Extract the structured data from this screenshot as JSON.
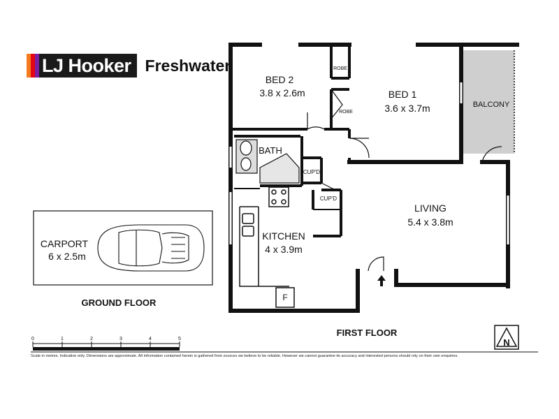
{
  "brand": {
    "logo_text": "LJ Hooker",
    "office": "Freshwater",
    "colors": {
      "bar1": "#f47b20",
      "bar2": "#e30613",
      "bar3": "#7b1fa2",
      "box": "#1a1a1a"
    }
  },
  "rooms": {
    "bed2": {
      "name": "BED 2",
      "size": "3.8 x 2.6m"
    },
    "bed1": {
      "name": "BED 1",
      "size": "3.6 x 3.7m"
    },
    "balcony": {
      "name": "BALCONY"
    },
    "bath": {
      "name": "BATH"
    },
    "robe1": {
      "name": "ROBE"
    },
    "robe2": {
      "name": "ROBE"
    },
    "cupd1": {
      "name": "CUP'D"
    },
    "cupd2": {
      "name": "CUP'D"
    },
    "living": {
      "name": "LIVING",
      "size": "5.4 x 3.8m"
    },
    "kitchen": {
      "name": "KITCHEN",
      "size": "4 x 3.9m"
    },
    "fridge": {
      "name": "F"
    },
    "carport": {
      "name": "CARPORT",
      "size": "6 x 2.5m"
    }
  },
  "floors": {
    "ground": "GROUND FLOOR",
    "first": "FIRST FLOOR"
  },
  "scale": {
    "ticks": [
      "0",
      "1",
      "2",
      "3",
      "4",
      "5"
    ]
  },
  "north": {
    "label": "N"
  },
  "disclaimer": "Scale in metres. Indicative only. Dimensions are approximate. All information contained herein is gathered from sources we believe to be reliable. However we cannot guarantee its accuracy and interested persons should rely on their own enquiries."
}
